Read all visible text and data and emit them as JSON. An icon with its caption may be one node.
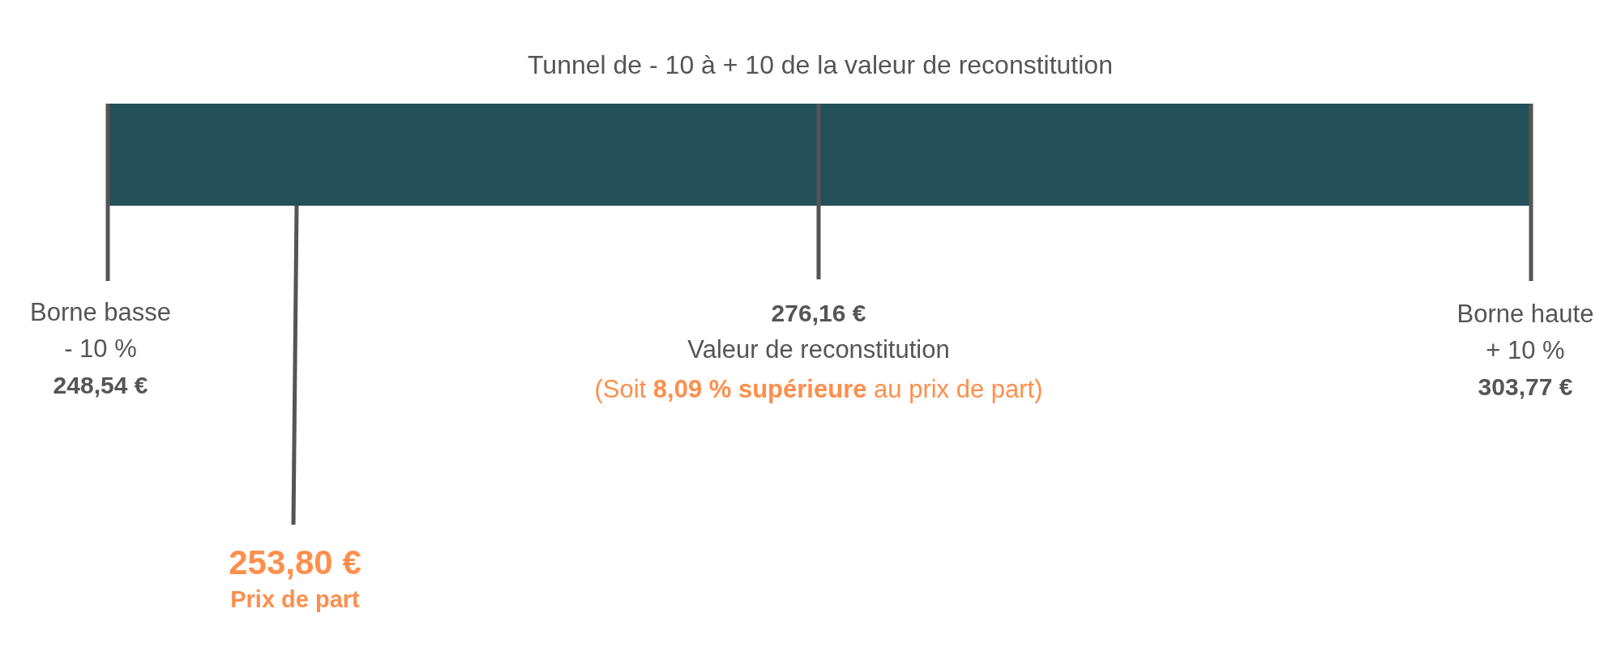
{
  "diagram": {
    "title": "Tunnel de - 10 à + 10 de la valeur de reconstitution",
    "nodes": [
      {
        "text": [],
        "shape": "bar"
      },
      {
        "text": [
          "Borne basse",
          "- 10 %",
          "248,54 €"
        ]
      },
      {
        "text": [
          "276,16 €",
          "Valeur de reconstitution",
          "(Soit **8,09 % supérieure** au prix de part)"
        ]
      },
      {
        "text": [
          "Borne haute",
          "+ 10 %",
          "303,77 €"
        ]
      },
      {
        "text": [
          "253,80 €",
          "Prix de part"
        ]
      }
    ],
    "edges": [
      {
        "from": 1,
        "to": 0,
        "arrow": "none"
      },
      {
        "from": 2,
        "to": 0,
        "arrow": "none"
      },
      {
        "from": 3,
        "to": 0,
        "arrow": "none"
      },
      {
        "from": 4,
        "to": 0,
        "arrow": "none"
      }
    ]
  }
}
